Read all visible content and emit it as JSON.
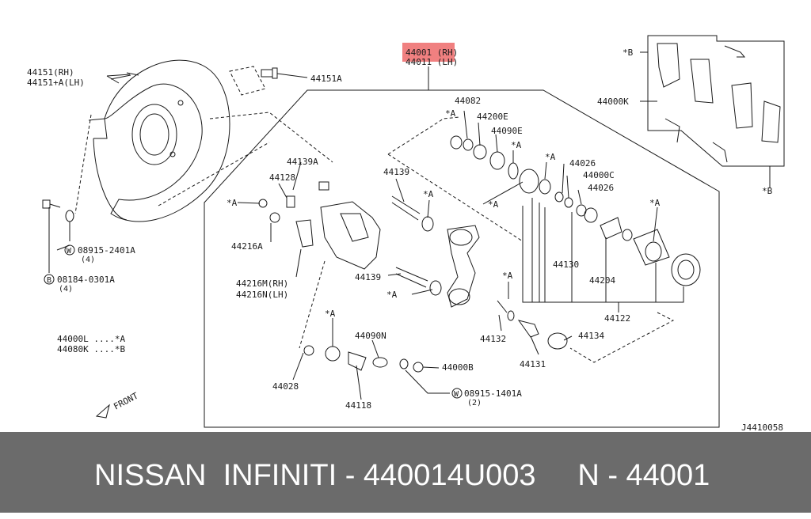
{
  "diagram": {
    "highlight_color": "#f08080",
    "line_color": "#1a1a1a",
    "part_labels": {
      "p44001": "44001 (RH)",
      "p44011": "44011 (LH)",
      "p44151_rh": "44151(RH)",
      "p44151_lh": "44151+A(LH)",
      "p44151a": "44151A",
      "p44082": "44082",
      "p44200e": "44200E",
      "p44090e": "44090E",
      "p44000k": "44000K",
      "star_b_top": "*B",
      "star_b_right": "*B",
      "p44139a": "44139A",
      "p44128": "44128",
      "p44139_upper": "44139",
      "p44026_upper": "44026",
      "p44000c": "44000C",
      "p44026_lower": "44026",
      "p44216a": "44216A",
      "p44216m": "44216M(RH)",
      "p44216n": "44216N(LH)",
      "p44139_lower": "44139",
      "p44130": "44130",
      "p44204": "44204",
      "p44122": "44122",
      "p44132": "44132",
      "p44134": "44134",
      "p44131": "44131",
      "p44090n": "44090N",
      "p44000b": "44000B",
      "p44028": "44028",
      "p44118": "44118",
      "w08915_2401a": "08915-2401A",
      "w08915_2401a_qty": "(4)",
      "b08184_0301a": "08184-0301A",
      "b08184_0301a_qty": "(4)",
      "w08915_1401a": "08915-1401A",
      "w08915_1401a_qty": "(2)",
      "legend_a": "44000L ....*A",
      "legend_b": "44080K ....*B",
      "front": "FRONT",
      "diagram_code": "J4410058"
    },
    "star_a": "*A",
    "circle_w": "W",
    "circle_b": "B"
  },
  "footer": {
    "text": "NISSAN  INFINITI - 440014U003     N - 44001"
  }
}
